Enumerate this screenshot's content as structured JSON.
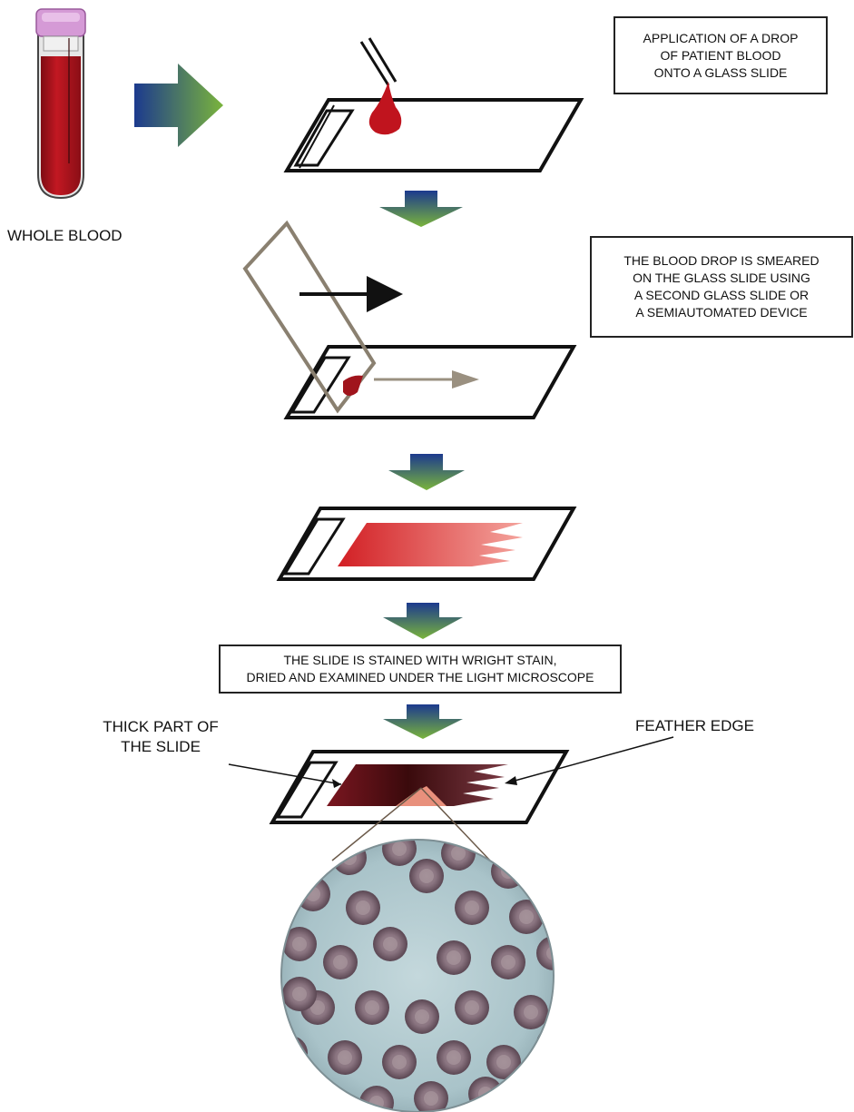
{
  "labels": {
    "whole_blood": "WHOLE BLOOD",
    "thick_part_line1": "THICK PART OF",
    "thick_part_line2": "THE SLIDE",
    "feather_edge": "FEATHER EDGE"
  },
  "steps": [
    {
      "lines": [
        "APPLICATION OF A DROP",
        "OF PATIENT BLOOD",
        "ONTO A GLASS SLIDE"
      ]
    },
    {
      "lines": [
        "THE BLOOD DROP IS SMEARED",
        "ON THE GLASS SLIDE USING",
        "A  SECOND GLASS SLIDE OR",
        "A SEMIAUTOMATED DEVICE"
      ]
    },
    {
      "lines": [
        "THE SLIDE IS STAINED WITH WRIGHT STAIN,",
        "DRIED AND EXAMINED UNDER THE LIGHT MICROSCOPE"
      ]
    }
  ],
  "colors": {
    "blood": "#b0121c",
    "smear_light": "#e8342c",
    "stained_dark": "#3a0a0c",
    "stained_mid": "#8a1c24",
    "arrow_blue": "#1e3f8f",
    "arrow_green": "#6fa83a",
    "micro_bg": "#a9c3c9",
    "cell": "#6b5a63",
    "cap": "#cf8fcf"
  }
}
